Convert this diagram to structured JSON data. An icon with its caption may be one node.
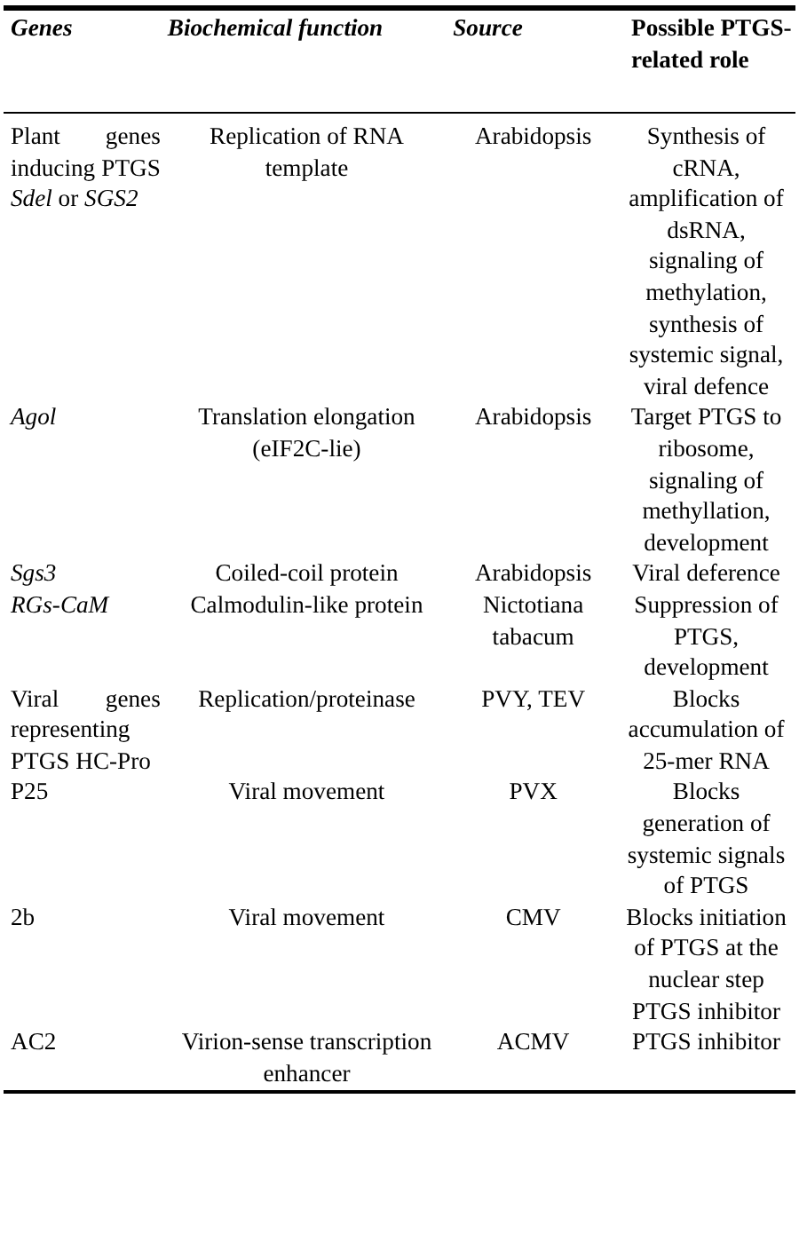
{
  "diagram": {
    "labels": [
      "Genes",
      "Biochemical function",
      "Source",
      "Possible PTGS-related role",
      "Plant genes inducing PTGS *Sdel* or *SGS2*",
      "Replication of RNA template",
      "Arabidopsis",
      "Synthesis of cRNA, amplification of dsRNA, signaling of methylation, synthesis of systemic signal, viral defence",
      "Agol",
      "Translation elongation (eIF2C-lie)",
      "Arabidopsis",
      "Target PTGS to ribosome, signaling of methyllation, development",
      "Sgs3",
      "Coiled-coil protein",
      "Arabidopsis",
      "Viral deference",
      "RGs-CaM",
      "Calmodulin-like protein",
      "Nictotiana tabacum",
      "Suppression of PTGS, development",
      "Viral genes representing PTGS HC-Pro",
      "Replication/proteinase",
      "PVY, TEV",
      "Blocks accumulation of 25-mer RNA",
      "P25",
      "Viral movement",
      "PVX",
      "Blocks generation of systemic signals of PTGS",
      "2b",
      "Viral movement",
      "CMV",
      "Blocks initiation of PTGS at the nuclear step PTGS inhibitor",
      "AC2",
      "Virion-sense transcription enhancer",
      "ACMV",
      "PTGS inhibitor"
    ]
  }
}
